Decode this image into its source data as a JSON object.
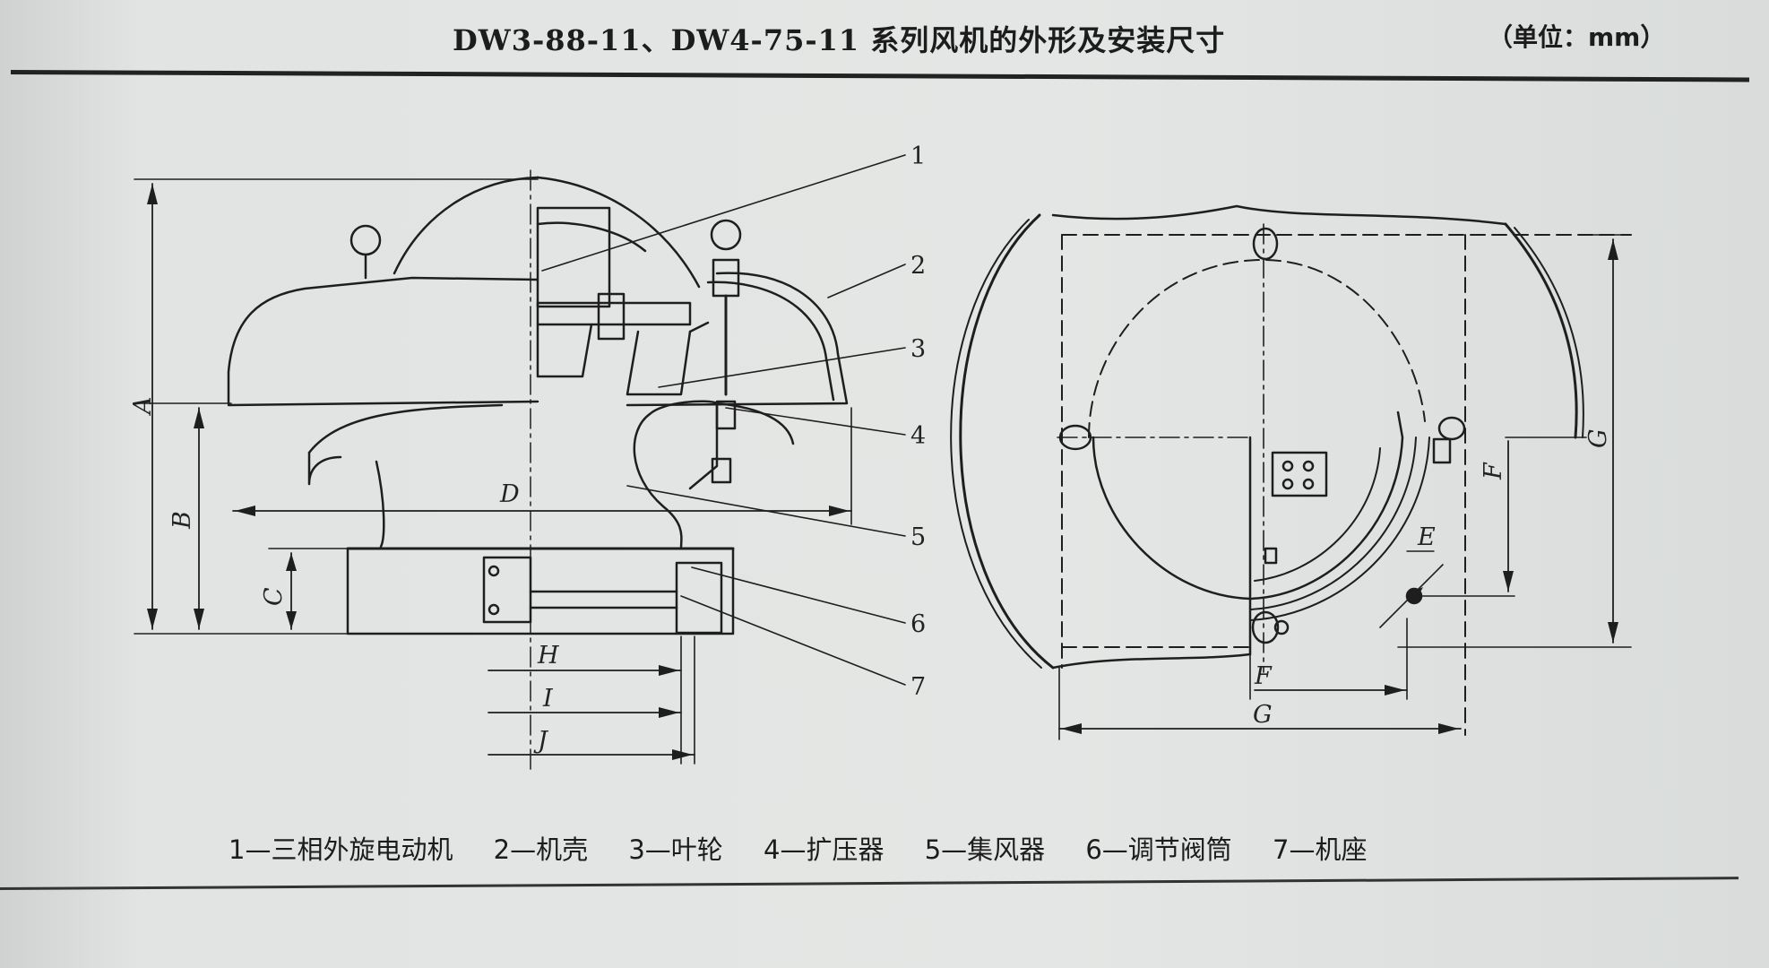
{
  "header": {
    "title": "DW3-88-11、DW4-75-11 系列风机的外形及安装尺寸",
    "unit": "（单位：mm）"
  },
  "callouts": [
    "1",
    "2",
    "3",
    "4",
    "5",
    "6",
    "7"
  ],
  "dimensions": {
    "A": "A",
    "B": "B",
    "C": "C",
    "D": "D",
    "E": "E",
    "F": "F",
    "G": "G",
    "H": "H",
    "I": "I",
    "J": "J"
  },
  "legend": [
    "1—三相外旋电动机",
    "2—机壳",
    "3—叶轮",
    "4—扩压器",
    "5—集风器",
    "6—调节阀筒",
    "7—机座"
  ]
}
